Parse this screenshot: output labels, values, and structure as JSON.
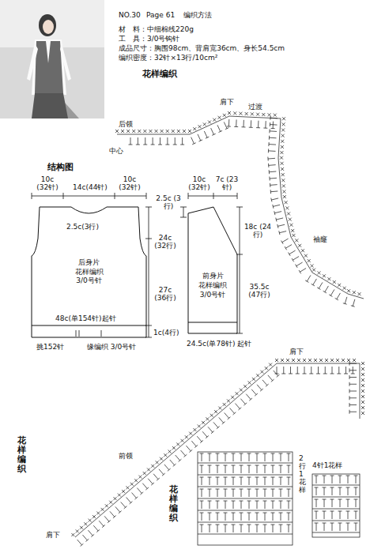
{
  "diagram": {
    "nodes": [
      {
        "text": [
          "后身片",
          "花样编织",
          "3/0号针"
        ]
      },
      {
        "text": [
          "前身片",
          "花样编织",
          "3/0号针"
        ]
      }
    ],
    "labels": [
      "NO.30",
      "Page 61",
      "编织方法",
      "材　料：中细棉线220g",
      "工　具：3/0号钩针",
      "成品尺寸：胸围98cm、背肩宽36cm、身长54.5cm",
      "编织密度：32针×13行/10cm²",
      "花样编织",
      "后领",
      "肩下",
      "过渡",
      "中心",
      "袖窿",
      "结构图",
      "10c (32针)",
      "14c(44针)",
      "10c (32针)",
      "2.5c(3行)",
      "24c (32行)",
      "27c (36行)",
      "48c(单154针)起针",
      "挑152针",
      "缘编织 3/0号针",
      "1c(4行)",
      "10c (32针)",
      "7c (23针)",
      "2.5c (3行)",
      "18c (24行)",
      "35.5c (47行)",
      "24.5c(单78针) 起针",
      "花样编织",
      "前领",
      "肩下",
      "肩下",
      "花样编织",
      "2行1花样",
      "4针1花样"
    ]
  }
}
